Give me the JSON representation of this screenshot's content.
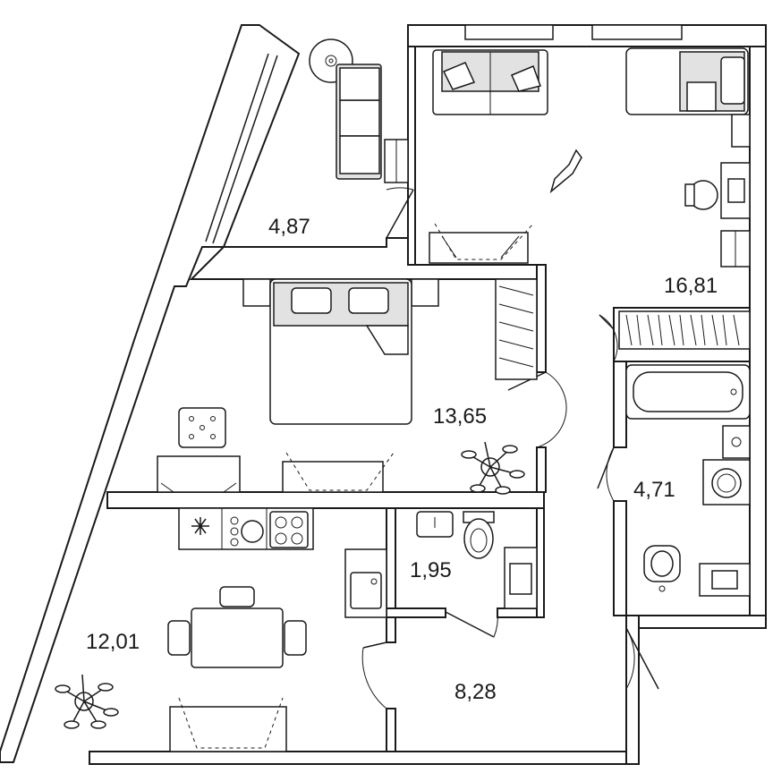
{
  "rooms": {
    "balcony": "4,87",
    "living": "16,81",
    "bedroom": "13,65",
    "bathroom": "4,71",
    "wc": "1,95",
    "kitchen": "12,01",
    "hall": "8,28"
  }
}
